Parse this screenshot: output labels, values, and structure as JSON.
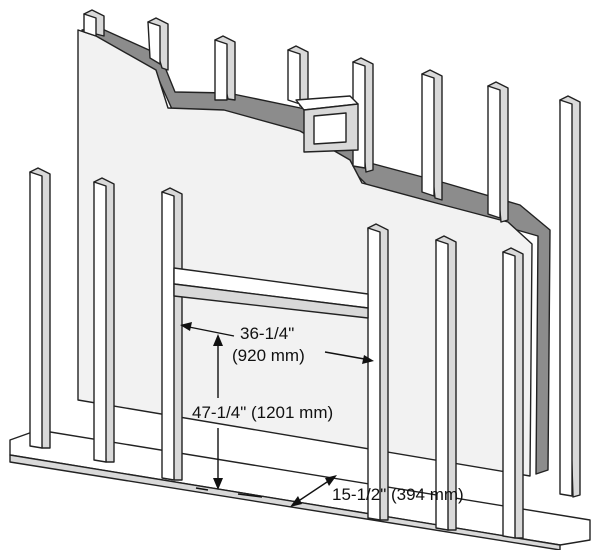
{
  "diagram": {
    "colors": {
      "background": "#ffffff",
      "stud": "#ffffff",
      "stud_shade": "#d9d9d9",
      "board": "#f2f2f2",
      "board_edge": "#8c8c8c",
      "line": "#222222"
    },
    "dimensions": {
      "opening_width": "36-1/4\"",
      "opening_width_metric": "(920 mm)",
      "opening_height": "47-1/4\" (1201 mm)",
      "stud_spacing": "15-1/2\" (394 mm)"
    }
  }
}
